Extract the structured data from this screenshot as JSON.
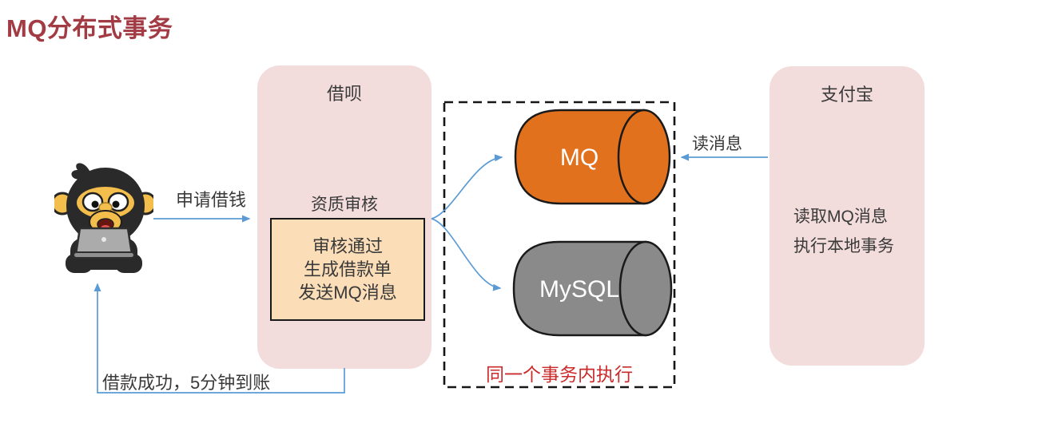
{
  "title": "MQ分布式事务",
  "colors": {
    "title_red": "#A23B44",
    "panel_pink": "#F3DDDC",
    "step_orange_bg": "#FBDDB8",
    "mq_orange": "#E2711E",
    "mysql_gray": "#8A8A8A",
    "arrow_blue": "#5B9BD5",
    "note_red": "#CB2B2B"
  },
  "jiebei": {
    "title": "借呗",
    "subtitle": "资质审核",
    "steps": [
      "审核通过",
      "生成借款单",
      "发送MQ消息"
    ]
  },
  "transaction_box": {
    "note": "同一个事务内执行",
    "mq_label": "MQ",
    "mysql_label": "MySQL"
  },
  "alipay": {
    "title": "支付宝",
    "lines": [
      "读取MQ消息",
      "执行本地事务"
    ]
  },
  "edges": {
    "apply_label": "申请借钱",
    "read_label": "读消息",
    "loan_label": "借款成功，5分钟到账"
  }
}
